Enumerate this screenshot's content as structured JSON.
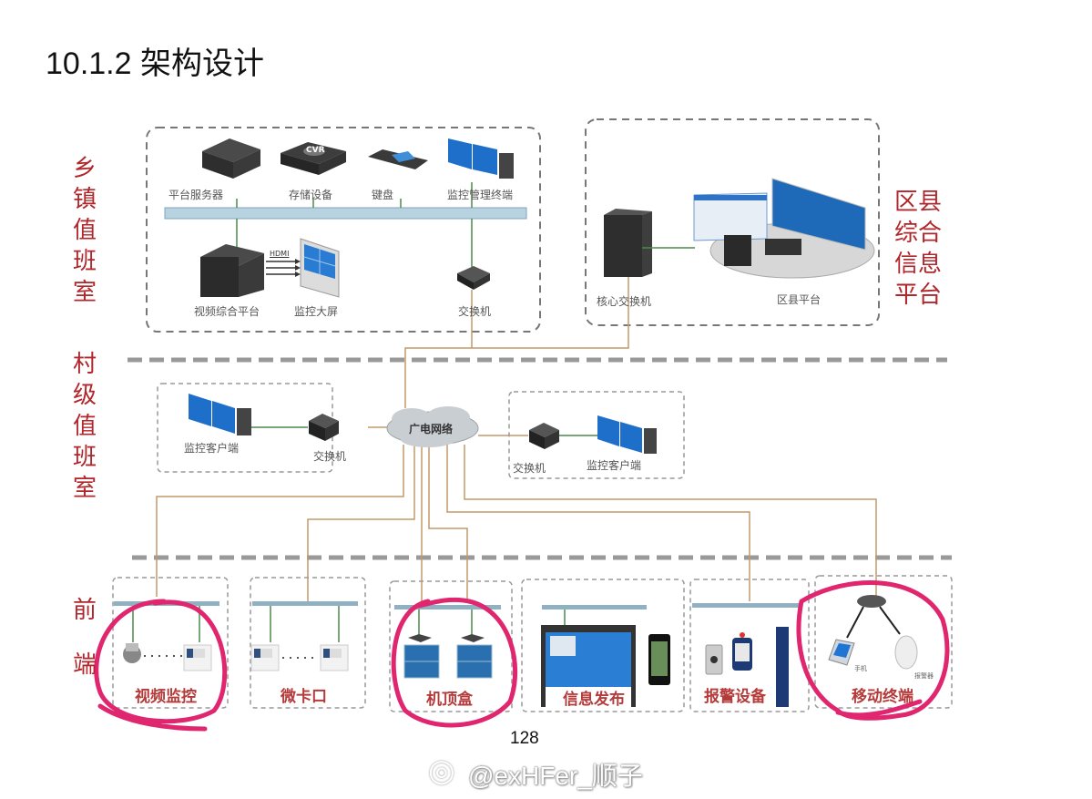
{
  "title": "10.1.2 架构设计",
  "zones": {
    "township": "乡镇值班室",
    "village": "村级值班室",
    "frontend": "前端",
    "county": "区县综合信息平台"
  },
  "township_devices": {
    "platform_server": "平台服务器",
    "storage": "存储设备",
    "storage_badge": "CVR",
    "keyboard": "键盘",
    "monitor_terminal": "监控管理终端",
    "video_platform": "视频综合平台",
    "hdmi": "HDMI",
    "big_screen": "监控大屏",
    "switch": "交换机"
  },
  "county_devices": {
    "core_switch": "核心交换机",
    "county_platform": "区县平台"
  },
  "network": {
    "cloud": "广电网络"
  },
  "village_devices": {
    "left_client": "监控客户端",
    "left_switch": "交换机",
    "right_switch": "交换机",
    "right_client": "监控客户端"
  },
  "frontend_groups": [
    {
      "label": "视频监控",
      "circled": true
    },
    {
      "label": "微卡口",
      "circled": false
    },
    {
      "label": "机顶盒",
      "circled": true
    },
    {
      "label": "信息发布",
      "circled": false
    },
    {
      "label": "报警设备",
      "circled": false
    },
    {
      "label": "移动终端",
      "circled": true
    }
  ],
  "mobile_sub": {
    "phone": "手机",
    "alarm": "报警器"
  },
  "colors": {
    "zone_label": "#b0262b",
    "bus": "#a9c6d6",
    "link_green": "#4a8a4a",
    "link_tan": "#c49a6c",
    "annotation": "#e0266e"
  },
  "page_number": "128",
  "watermark": "@exHFer_顺子"
}
